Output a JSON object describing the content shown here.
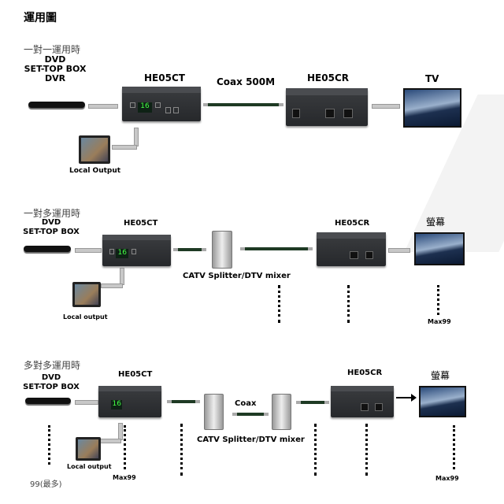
{
  "title": "運用圖",
  "s1": {
    "heading": "一對一運用時",
    "src": [
      "DVD",
      "SET-TOP BOX",
      "DVR"
    ],
    "tx": "HE05CT",
    "link": "Coax 500M",
    "rx": "HE05CR",
    "display": "TV",
    "local": "Local Output",
    "lcd": "16"
  },
  "s2": {
    "heading": "一對多運用時",
    "src": [
      "DVD",
      "SET-TOP BOX"
    ],
    "tx": "HE05CT",
    "rx": "HE05CR",
    "display": "螢幕",
    "splitter": "CATV Splitter/DTV mixer",
    "local": "Local output",
    "max": "Max99",
    "lcd": "16"
  },
  "s3": {
    "heading": "多對多運用時",
    "src": [
      "DVD",
      "SET-TOP BOX"
    ],
    "tx": "HE05CT",
    "rx": "HE05CR",
    "display": "螢幕",
    "link": "Coax",
    "splitter": "CATV Splitter/DTV mixer",
    "local": "Local output",
    "max_tx": "Max99",
    "max_rx": "Max99",
    "sources_max": "99(最多)",
    "lcd": "16"
  }
}
